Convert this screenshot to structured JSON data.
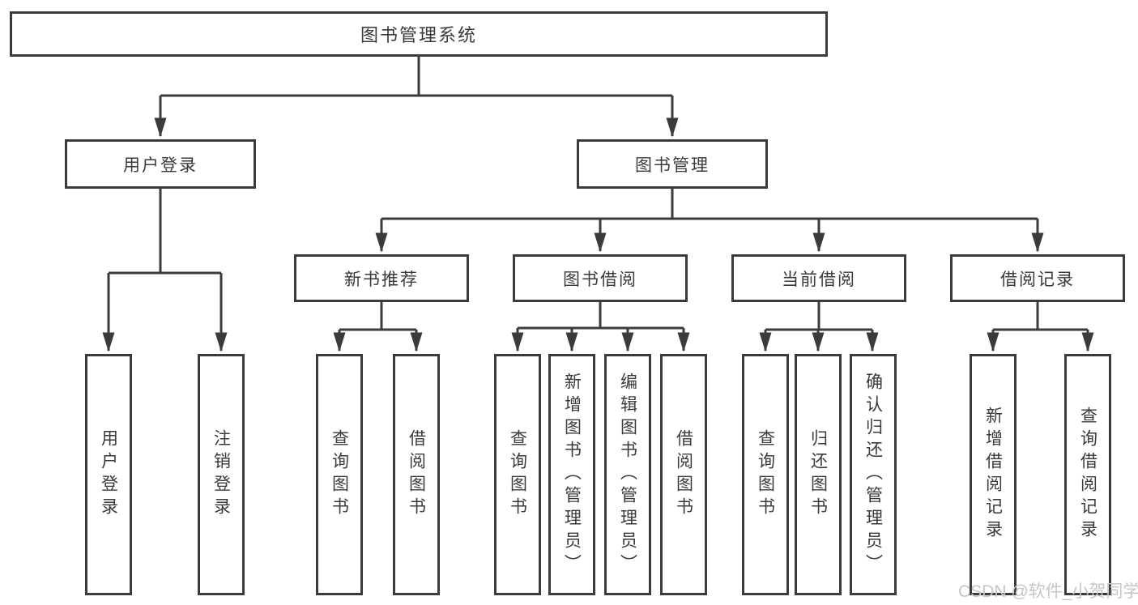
{
  "colors": {
    "line": "#3b3b3b",
    "text": "#3a3a3a",
    "watermark": "#c6c6c6",
    "background": "#ffffff"
  },
  "diagram": {
    "root": {
      "label": "图书管理系统"
    },
    "level2": [
      {
        "label": "用户登录"
      },
      {
        "label": "图书管理"
      }
    ],
    "level3": [
      {
        "label": "新书推荐"
      },
      {
        "label": "图书借阅"
      },
      {
        "label": "当前借阅"
      },
      {
        "label": "借阅记录"
      }
    ],
    "leaves": [
      {
        "label": "用户登录"
      },
      {
        "label": "注销登录"
      },
      {
        "label": "查询图书"
      },
      {
        "label": "借阅图书"
      },
      {
        "label": "查询图书"
      },
      {
        "label": "新增图书（管理员）"
      },
      {
        "label": "编辑图书（管理员）"
      },
      {
        "label": "借阅图书"
      },
      {
        "label": "查询图书"
      },
      {
        "label": "归还图书"
      },
      {
        "label": "确认归还（管理员）"
      },
      {
        "label": "新增借阅记录"
      },
      {
        "label": "查询借阅记录"
      }
    ],
    "watermark": "CSDN @软件_小贺同学"
  }
}
